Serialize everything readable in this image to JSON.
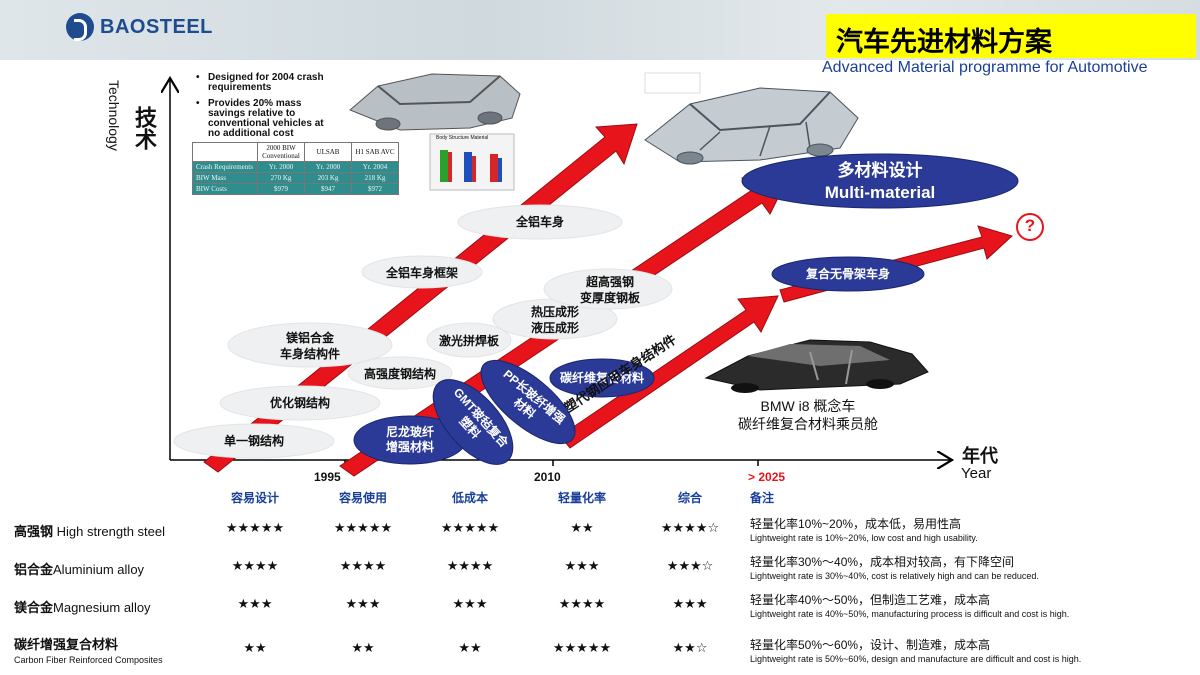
{
  "brand": {
    "logo_text": "BAOSTEEL"
  },
  "title": {
    "zh": "汽车先进材料方案",
    "en": "Advanced Material programme for Automotive"
  },
  "axes": {
    "y_zh": "技术",
    "y_en": "Technology",
    "x_zh": "年代",
    "x_en": "Year",
    "years": [
      "1995",
      "2010",
      "> 2025"
    ]
  },
  "bullets": [
    "Designed for 2004 crash requirements",
    "Provides 20% mass savings relative to conventional vehicles at no additional cost"
  ],
  "mini_table": {
    "header": [
      "",
      "2000 BIW Conventional",
      "ULSAB",
      "H1 SAB AVC"
    ],
    "rows": [
      [
        "Crash Requirements",
        "Yr. 2000",
        "Yr. 2000",
        "Yr. 2004"
      ],
      [
        "BIW Mass",
        "270 Kg",
        "203 Kg",
        "218 Kg"
      ],
      [
        "BIW Costs",
        "$979",
        "$947",
        "$972"
      ]
    ]
  },
  "mini_chart_title": "Body Structure Material",
  "car_caption": {
    "line1": "BMW i8 概念车",
    "line2": "碳纤维复合材料乘员舱"
  },
  "milestones": {
    "single_steel": "单一钢结构",
    "optimized_steel": "优化钢结构",
    "hss_structure": "高强度钢结构",
    "mg_al_line1": "镁铝合金",
    "mg_al_line2": "车身结构件",
    "laser_welded": "激光拼焊板",
    "al_frame": "全铝车身框架",
    "all_al": "全铝车身",
    "hot_hydro_line1": "热压成形",
    "hot_hydro_line2": "液压成形",
    "uhss_line1": "超高强钢",
    "uhss_line2": "变厚度钢板",
    "nylon_line1": "尼龙玻纤",
    "nylon_line2": "增强材料",
    "gmt_line1": "GMT玻毡复合",
    "gmt_line2": "塑料",
    "pp_line1": "PP长玻纤增强",
    "pp_line2": "材料",
    "cfrp": "碳纤维复合材料",
    "composite_frameless": "复合无骨架车身",
    "multi_zh": "多材料设计",
    "multi_en": "Multi-material",
    "question": "?",
    "plastic_path": "塑代钢应用车身结构件"
  },
  "table": {
    "headers": [
      "容易设计",
      "容易使用",
      "低成本",
      "轻量化率",
      "综合",
      "备注"
    ],
    "rows": [
      {
        "name_zh": "高强钢",
        "name_en": " High strength steel",
        "stars": [
          "★★★★★",
          "★★★★★",
          "★★★★★",
          "★★",
          "★★★★☆"
        ],
        "note_zh": "轻量化率10%~20%，成本低，易用性高",
        "note_en": "Lightweight rate is 10%~20%, low cost and high usability."
      },
      {
        "name_zh": "铝合金",
        "name_en": "Aluminium alloy",
        "stars": [
          "★★★★",
          "★★★★",
          "★★★★",
          "★★★",
          "★★★☆"
        ],
        "note_zh": "轻量化率30%～40%，成本相对较高，有下降空间",
        "note_en": "Lightweight rate is 30%~40%, cost is relatively high and can be reduced."
      },
      {
        "name_zh": "镁合金",
        "name_en": "Magnesium alloy",
        "stars": [
          "★★★",
          "★★★",
          "★★★",
          "★★★★",
          "★★★"
        ],
        "note_zh": "轻量化率40%～50%，但制造工艺难，成本高",
        "note_en": "Lightweight rate is 40%~50%, manufacturing process is difficult and cost is high."
      },
      {
        "name_zh": "碳纤增强复合材料",
        "name_en": "Carbon Fiber Reinforced Composites",
        "stars": [
          "★★",
          "★★",
          "★★",
          "★★★★★",
          "★★☆"
        ],
        "note_zh": "轻量化率50%～60%，设计、制造难，成本高",
        "note_en": "Lightweight rate is 50%~60%, design and manufacture are difficult and cost is high."
      }
    ]
  },
  "colors": {
    "arrow_red": "#e8141b",
    "ellipse_blue": "#2b3a96",
    "title_yellow": "#ffff00",
    "header_blue": "#1a3f9a"
  }
}
